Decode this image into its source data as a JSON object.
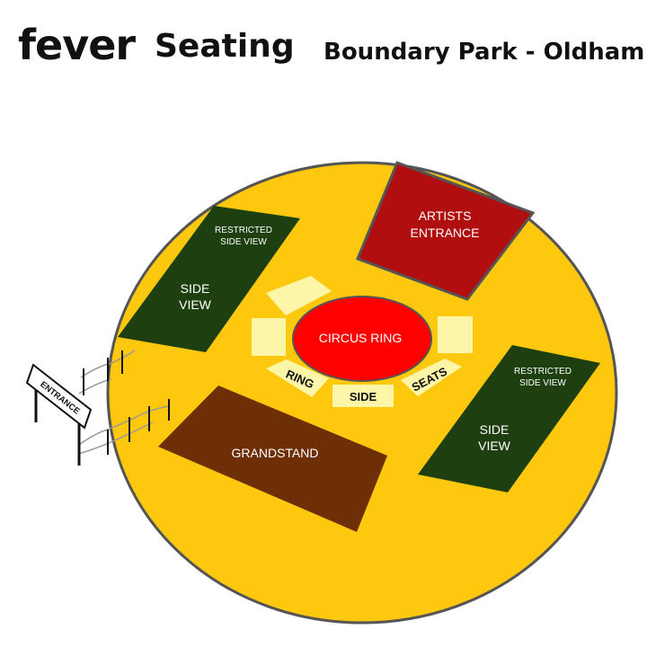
{
  "header": {
    "brand": "fever",
    "title": "Seating",
    "venue": "Boundary Park - Oldham"
  },
  "map": {
    "sections": {
      "artists_entrance": {
        "line1": "ARTISTS",
        "line2": "ENTRANCE"
      },
      "circus_ring": "CIRCUS RING",
      "ring_side_seats": {
        "ring": "RING",
        "side": "SIDE",
        "seats": "SEATS"
      },
      "side_view_left": {
        "restricted_line1": "RESTRICTED",
        "restricted_line2": "SIDE VIEW",
        "main_line1": "SIDE",
        "main_line2": "VIEW"
      },
      "side_view_right": {
        "restricted_line1": "RESTRICTED",
        "restricted_line2": "SIDE VIEW",
        "main_line1": "SIDE",
        "main_line2": "VIEW"
      },
      "grandstand": "GRANDSTAND"
    },
    "entrance_sign": "ENTRANCE",
    "colors": {
      "field": "#FDC80E",
      "artists": "#B10F0F",
      "ring": "#FF0000",
      "side_view": "#1E4010",
      "grandstand": "#6E2E06",
      "seat_blocks": "#FDF5A8"
    }
  }
}
